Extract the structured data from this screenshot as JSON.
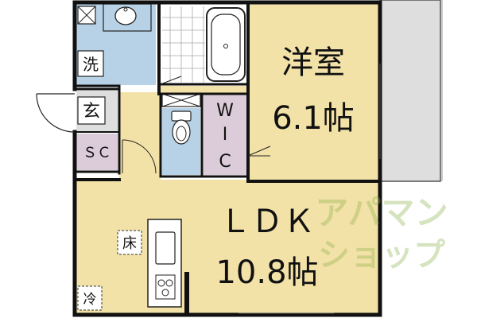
{
  "rooms": {
    "western_name": "洋室",
    "western_size": "6.1帖",
    "ldk_name": "ＬＤＫ",
    "ldk_size": "10.8帖",
    "wic": [
      "W",
      "I",
      "C"
    ],
    "washroom": "洗",
    "entrance": "玄",
    "storage": "ＳＣ",
    "floor_storage": "床",
    "fridge": "冷"
  },
  "watermark": {
    "line1": "アパマン",
    "line2": "ショップ"
  },
  "colors": {
    "room_fill": "#f3e2a8",
    "wet_area_fill": "#b7d2e6",
    "closet_fill": "#dccbd8",
    "balcony_fill": "#dedede",
    "wall": "#111111"
  }
}
